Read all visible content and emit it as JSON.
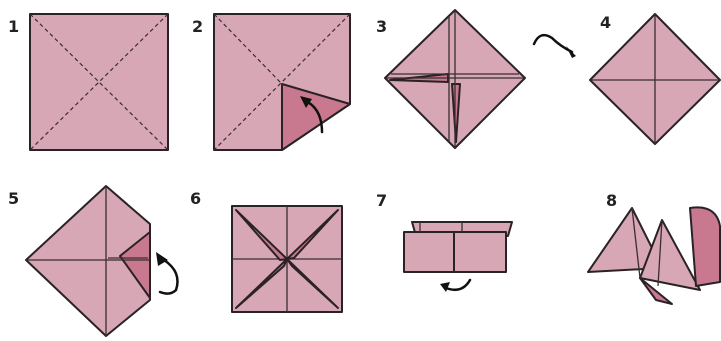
{
  "steps": [
    {
      "number": "1"
    },
    {
      "number": "2"
    },
    {
      "number": "3"
    },
    {
      "number": "4"
    },
    {
      "number": "5"
    },
    {
      "number": "6"
    },
    {
      "number": "7"
    },
    {
      "number": "8"
    }
  ],
  "colors": {
    "paper": "#d7a7b5",
    "paper_dark": "#c9798f",
    "outline": "#2a2226"
  },
  "icons": [
    "fold-arrow-icon",
    "flip-arrow-icon"
  ]
}
